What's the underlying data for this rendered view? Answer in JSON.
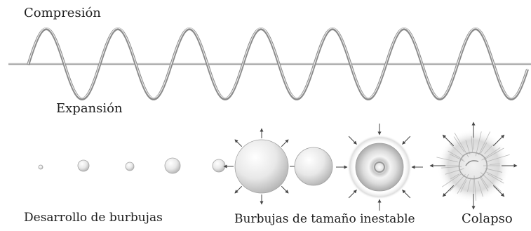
{
  "labels": {
    "compression": "Compresión",
    "expansion": "Expansión",
    "bubble_growth": "Desarrollo de burbujas",
    "unstable_size": "Burbujas de tamaño inestable",
    "collapse": "Colapso"
  },
  "wave": {
    "cycles": 7
  },
  "colors": {
    "wave_stroke": "#8a8a8a",
    "baseline": "#9c9c9c",
    "bubble_light": "#ffffff",
    "bubble_mid": "#e6e6e6",
    "bubble_dark": "#b4b4b4",
    "arrow": "#444444",
    "text": "#1e1e1e"
  },
  "icons": {
    "bubble": "bubble-icon",
    "arrow": "pressure-arrow-icon"
  }
}
